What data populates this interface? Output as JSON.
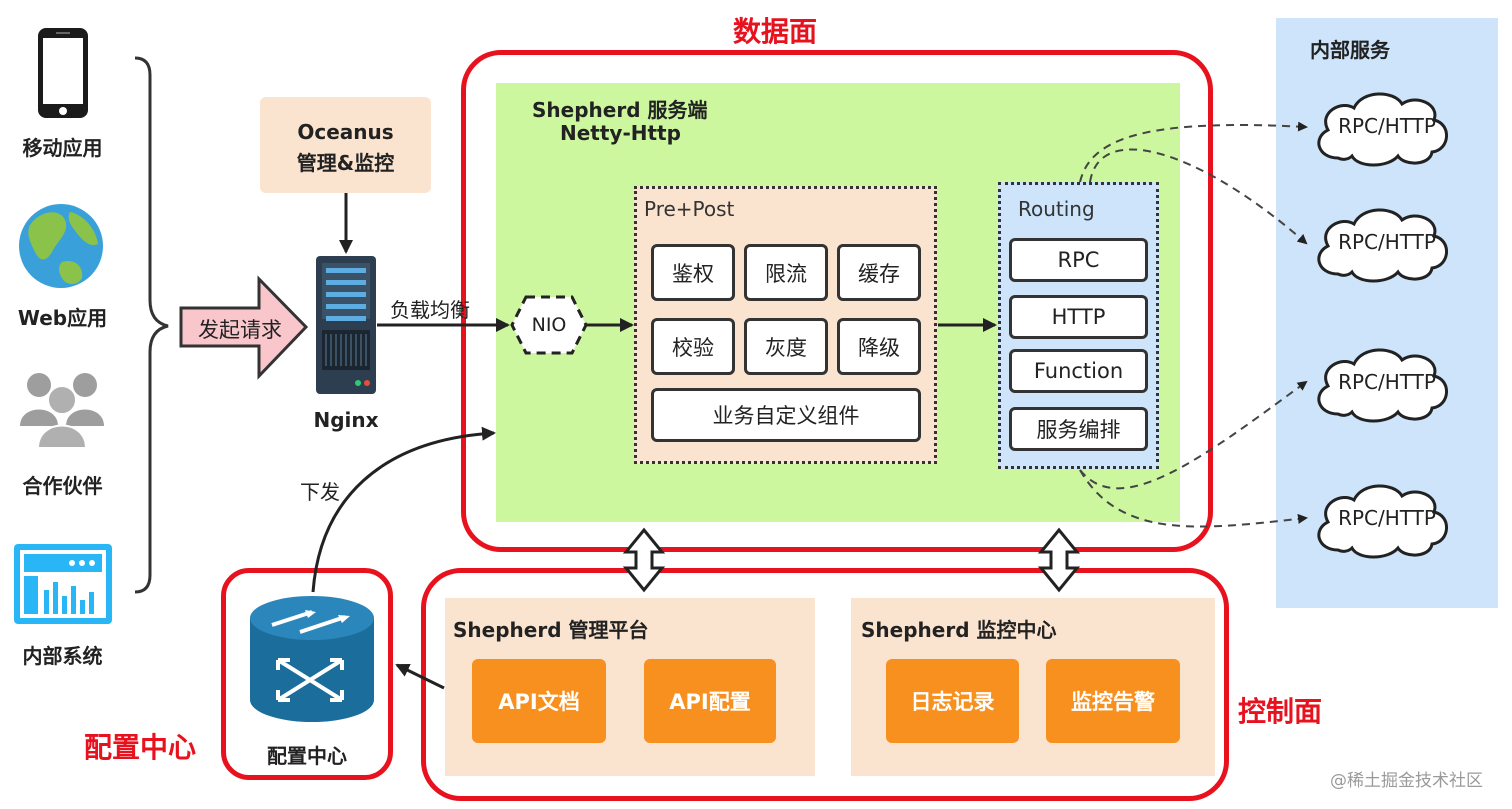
{
  "clients": [
    {
      "label": "移动应用",
      "icon": "mobile-phone-icon"
    },
    {
      "label": "Web应用",
      "icon": "globe-icon"
    },
    {
      "label": "合作伙伴",
      "icon": "partners-icon"
    },
    {
      "label": "内部系统",
      "icon": "dashboard-icon"
    }
  ],
  "request_label": "发起请求",
  "oceanus": {
    "line1": "Oceanus",
    "line2": "管理&监控"
  },
  "nginx_label": "Nginx",
  "load_balance_label": "负载均衡",
  "dispatch_label": "下发",
  "data_plane_title": "数据面",
  "control_plane_title": "控制面",
  "config_center_title": "配置中心",
  "config_center_label": "配置中心",
  "server": {
    "line1": "Shepherd 服务端",
    "line2": "Netty-Http"
  },
  "nio_label": "NIO",
  "prepost": {
    "title": "Pre+Post",
    "items": [
      "鉴权",
      "限流",
      "缓存",
      "校验",
      "灰度",
      "降级"
    ],
    "custom": "业务自定义组件"
  },
  "routing": {
    "title": "Routing",
    "items": [
      "RPC",
      "HTTP",
      "Function",
      "服务编排"
    ]
  },
  "internal_services": {
    "title": "内部服务",
    "clouds": [
      "RPC/HTTP",
      "RPC/HTTP",
      "RPC/HTTP",
      "RPC/HTTP"
    ]
  },
  "admin_platform": {
    "title": "Shepherd 管理平台",
    "items": [
      "API文档",
      "API配置"
    ]
  },
  "monitor_center": {
    "title": "Shepherd 监控中心",
    "items": [
      "日志记录",
      "监控告警"
    ]
  },
  "watermark": "@稀土掘金技术社区",
  "colors": {
    "red": "#e8121f",
    "green": "#ccf79f",
    "peach": "#fbe4cf",
    "blue": "#cde4fb",
    "orange": "#f7901e"
  }
}
